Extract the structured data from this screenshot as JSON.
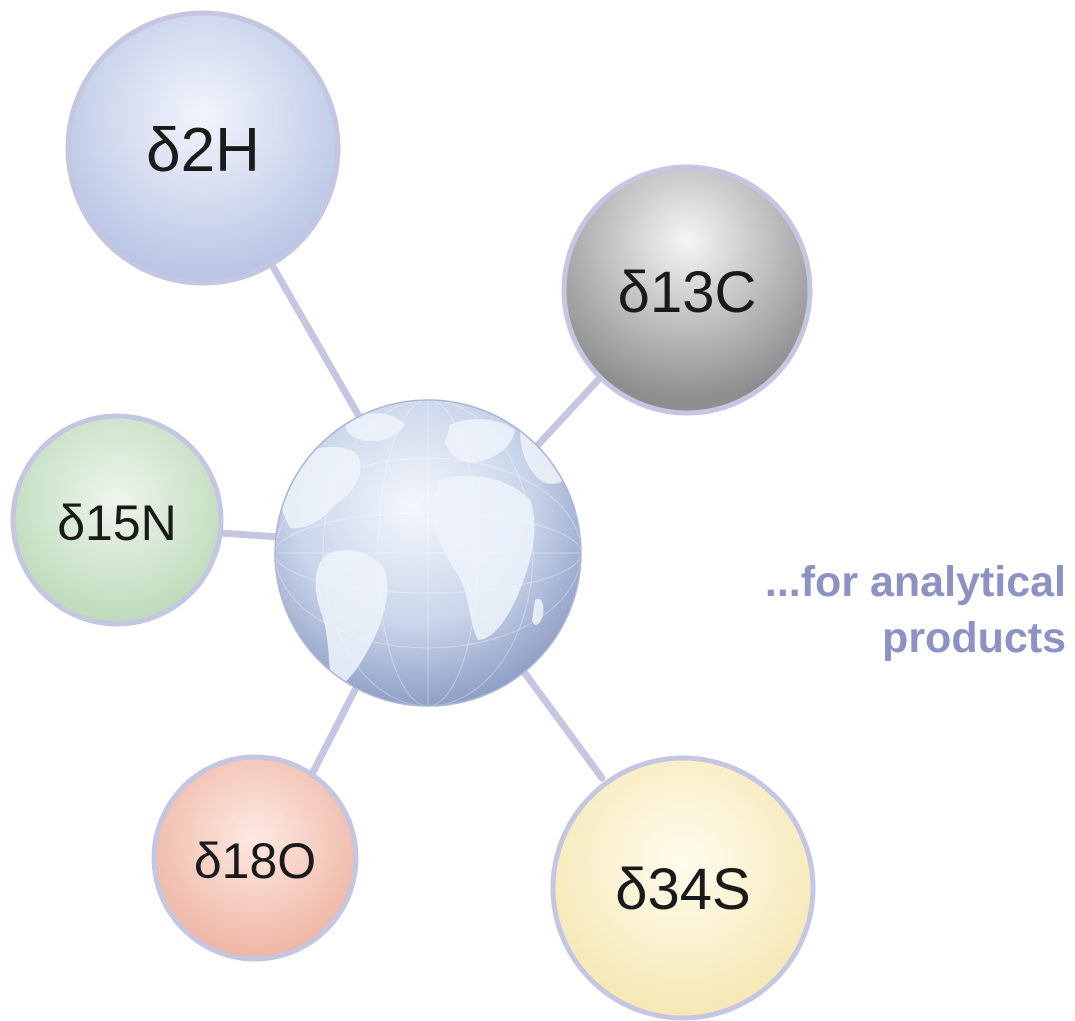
{
  "nodes": [
    {
      "id": "h2",
      "label": "δ2H",
      "color": "#c2cee8"
    },
    {
      "id": "c13",
      "label": "δ13C",
      "color": "#a8a8a8"
    },
    {
      "id": "n15",
      "label": "δ15N",
      "color": "#c6dfc4"
    },
    {
      "id": "o18",
      "label": "δ18O",
      "color": "#f2c2b3"
    },
    {
      "id": "s34",
      "label": "δ34S",
      "color": "#faefc4"
    }
  ],
  "tagline": {
    "line1": "...for analytical",
    "line2": "products",
    "color": "#8c92c4"
  },
  "colors": {
    "outline": "#c4c6e2",
    "connector": "#c4c6e2",
    "globe": "#b9c6e0"
  },
  "icons": {
    "center": "globe-icon"
  }
}
